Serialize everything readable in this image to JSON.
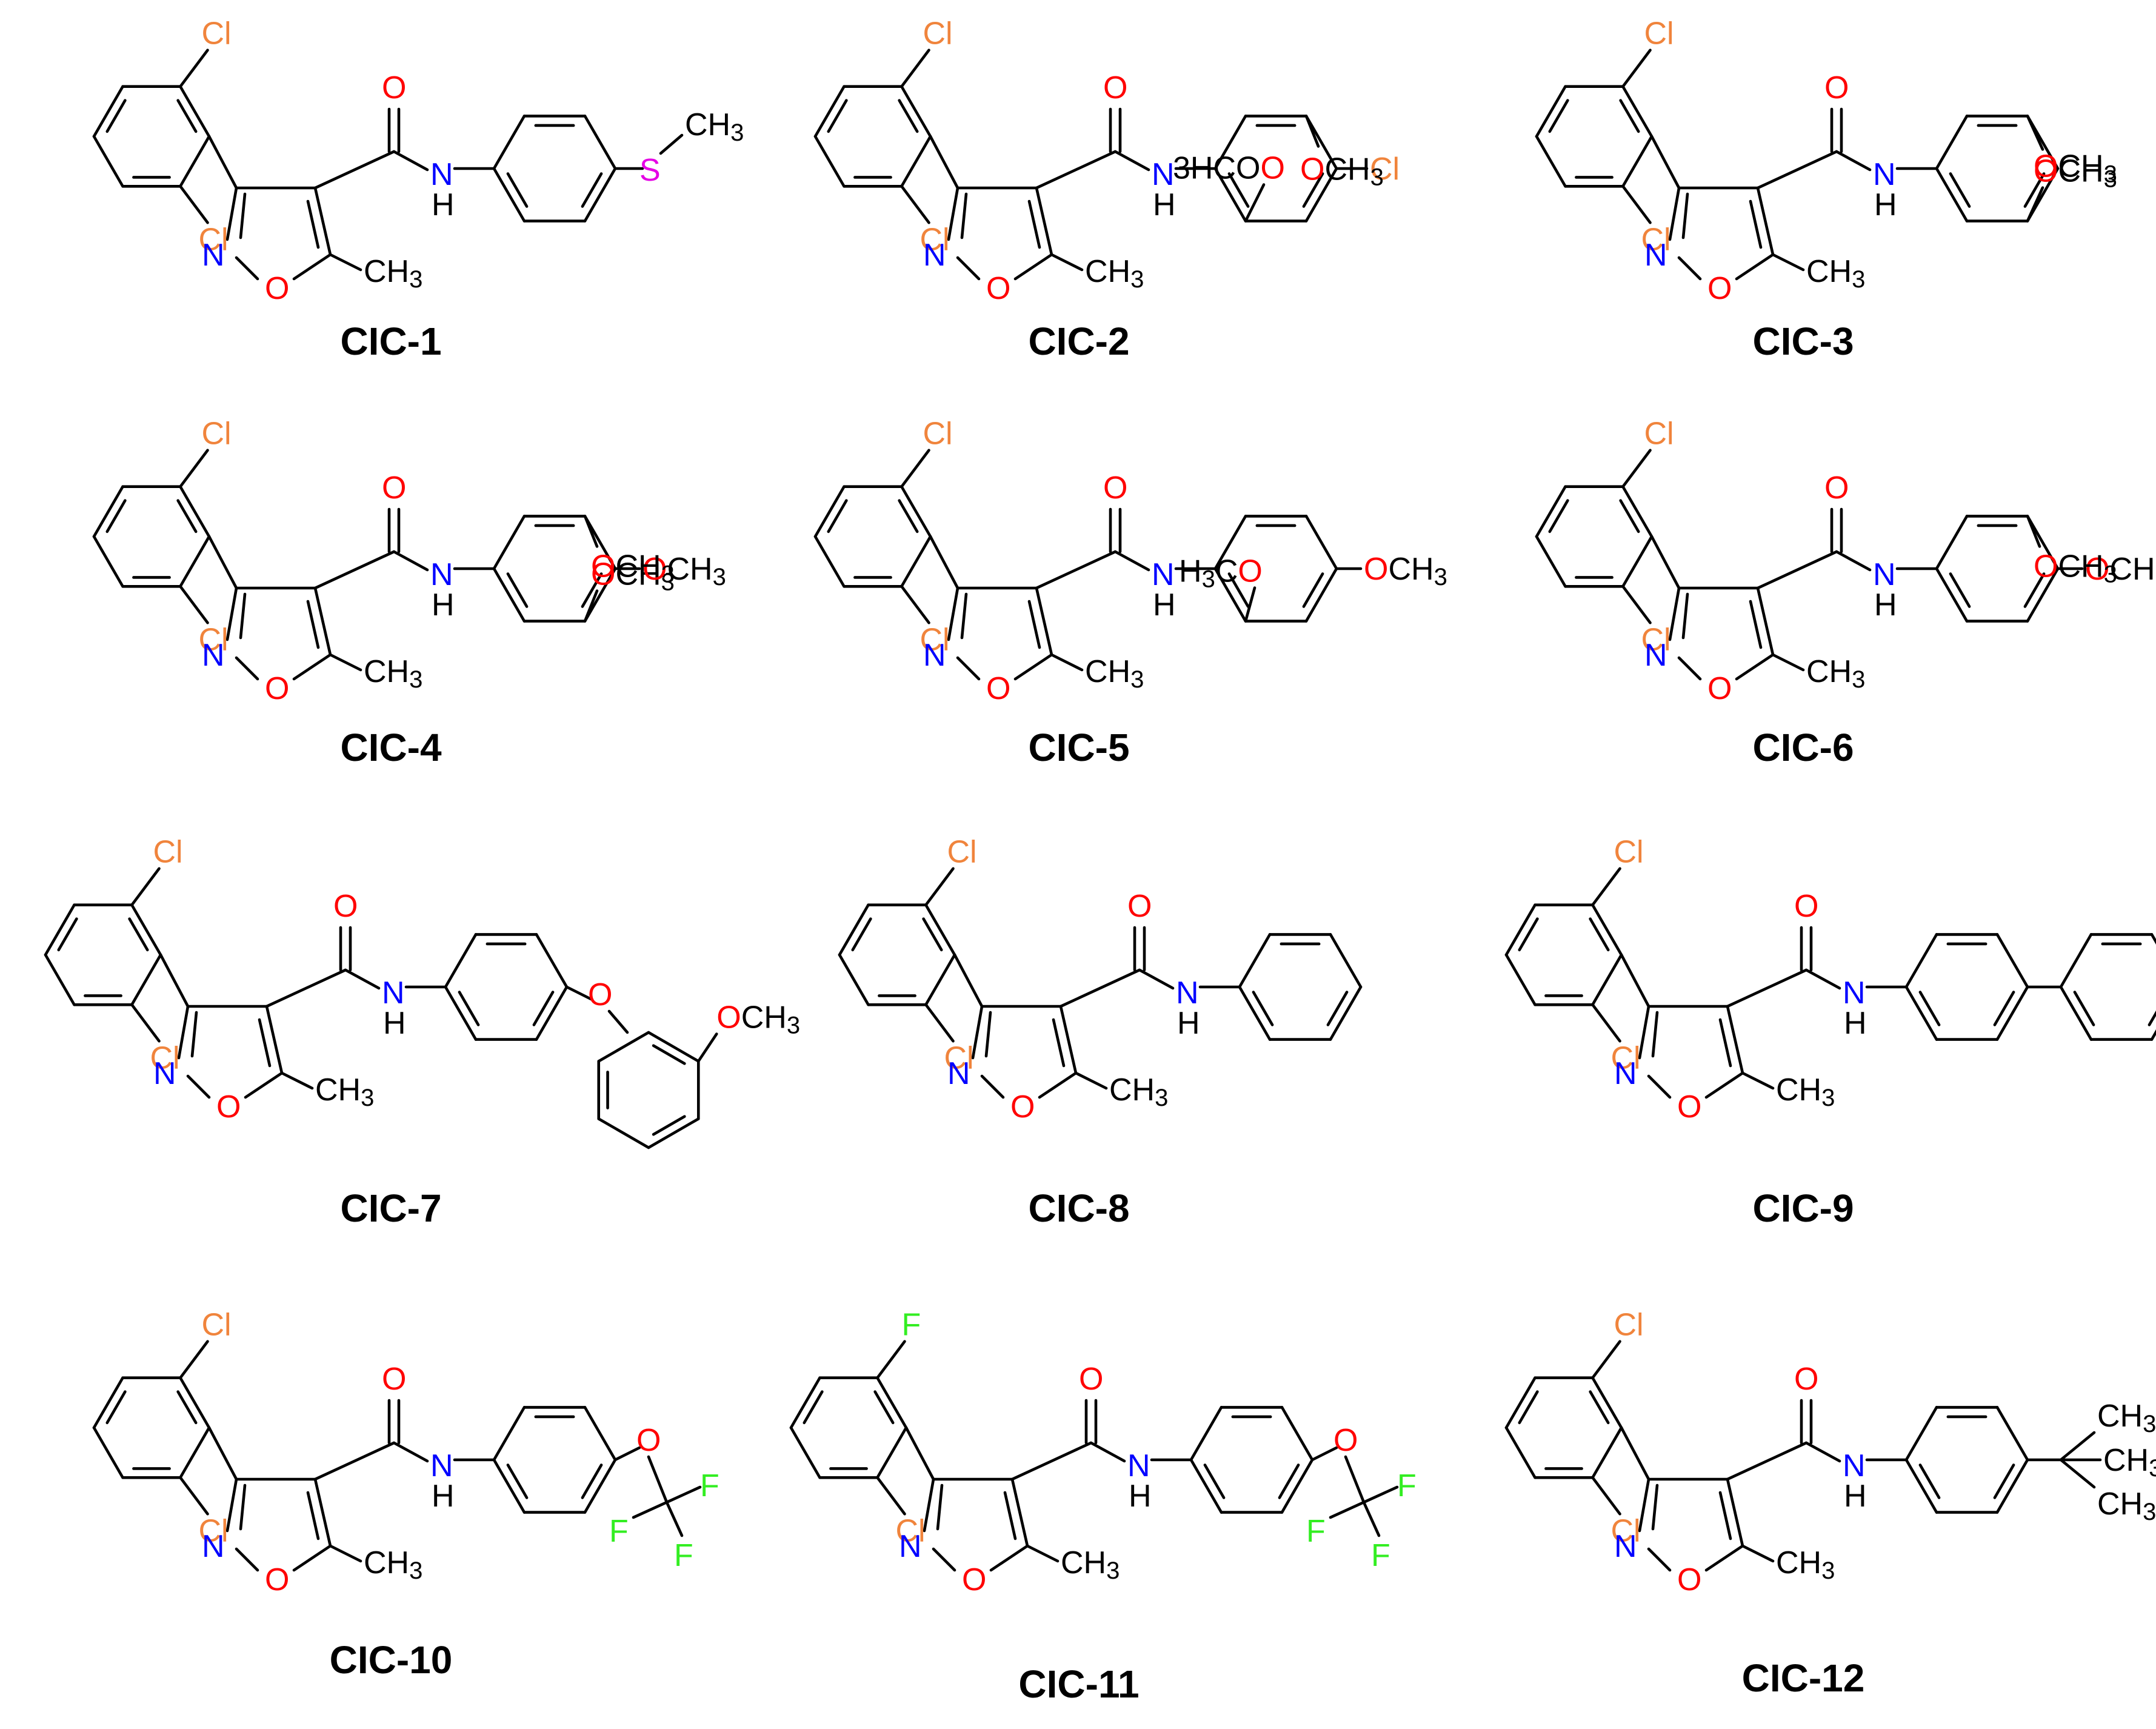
{
  "colors": {
    "bond": "#000000",
    "text": "#000000",
    "Cl": "#F0843C",
    "F": "#33EE22",
    "O": "#FF0000",
    "N": "#0000FF",
    "S": "#E500E5"
  },
  "atoms": {
    "Cl": "Cl",
    "F": "F",
    "O": "O",
    "N": "N",
    "NH": "N",
    "H": "H",
    "S": "S"
  },
  "groups": {
    "CH3": "CH",
    "OCH3_O": "O",
    "OCH3_tail": "CH",
    "sub3": "3",
    "H3CO_head": "H",
    "H3CO_mid": "CO",
    "alt_3HCO": "3HCO"
  },
  "compounds": [
    {
      "label": "CIC-1"
    },
    {
      "label": "CIC-2"
    },
    {
      "label": "CIC-3"
    },
    {
      "label": "CIC-4"
    },
    {
      "label": "CIC-5"
    },
    {
      "label": "CIC-6"
    },
    {
      "label": "CIC-7"
    },
    {
      "label": "CIC-8"
    },
    {
      "label": "CIC-9"
    },
    {
      "label": "CIC-10"
    },
    {
      "label": "CIC-11"
    },
    {
      "label": "CIC-12"
    }
  ]
}
